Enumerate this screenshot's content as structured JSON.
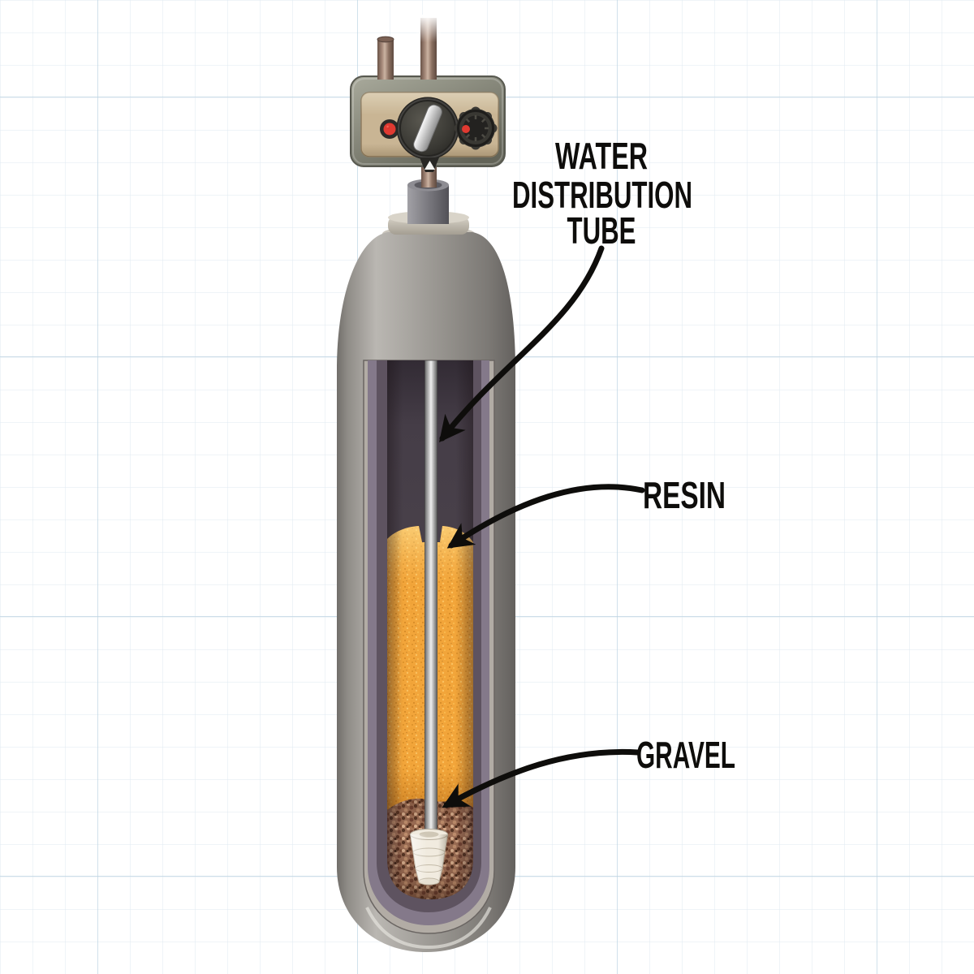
{
  "diagram": {
    "labels": {
      "water_distribution_tube": {
        "line1": "WATER",
        "line2": "DISTRIBUTION",
        "line3": "TUBE"
      },
      "resin": "RESIN",
      "gravel": "GRAVEL"
    },
    "colors": {
      "background": "#ffffff",
      "grid_minor": "#dfeaf2",
      "grid_major": "#bdd4e2",
      "label_text": "#0e0d0b",
      "arrow": "#0e0d0b",
      "tank_gray": "#96938e",
      "interior_dark": "#443c45",
      "interior_rim_mauve": "#6d6170",
      "interior_rim_light": "#b2aca5",
      "resin_orange": "#f2a53a",
      "gravel_brown": "#9c6e55",
      "distributor_cream": "#f1ebdf",
      "tube_gray": "#c0c0c0",
      "valve_casing_olive": "#8b8c7f",
      "valve_face_tan": "#c9b594",
      "dial_dark": "#31302d",
      "handle_silver": "#d8d8d8",
      "indicator_red": "#e03a31",
      "pipe_brown": "#9b7f6e"
    }
  }
}
